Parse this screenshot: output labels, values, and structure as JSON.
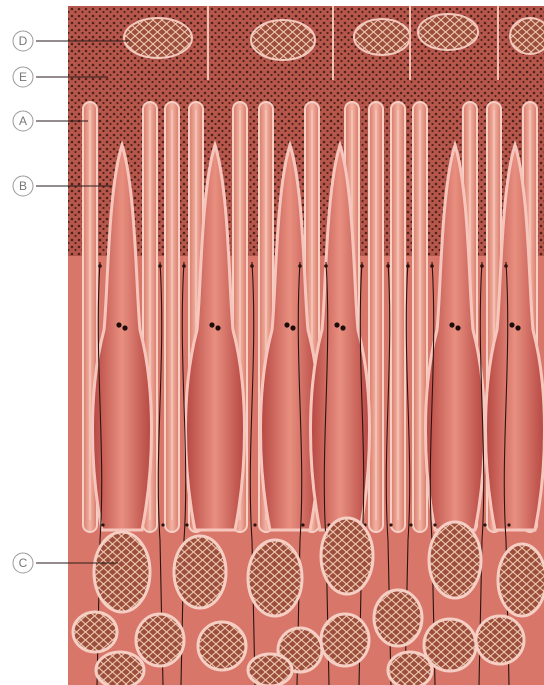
{
  "labels": {
    "d": "D",
    "e": "E",
    "a": "A",
    "b": "B",
    "c": "C"
  },
  "colors": {
    "tissue_background": "#cf6a5a",
    "cell_fill": "#c0504a",
    "cell_outline": "#f6c6bc",
    "nucleus_fill": "#9a4f3b",
    "nucleus_mesh": "#f0c7b4",
    "pigment_granules": "#3a1a14",
    "nerve_fibers": "#2b140f",
    "label_text": "#777777"
  }
}
